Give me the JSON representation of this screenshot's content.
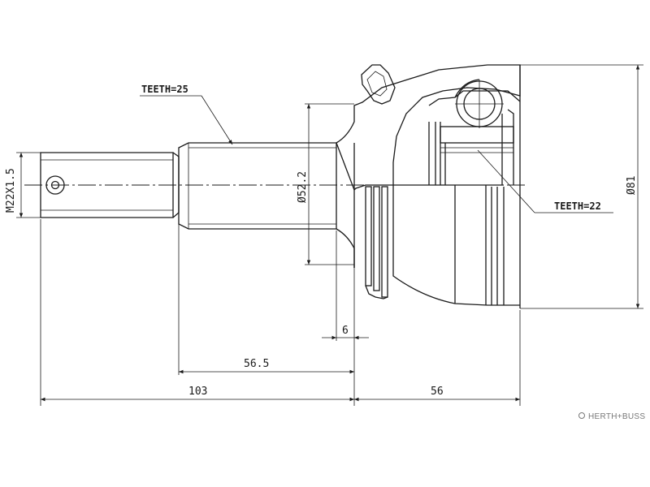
{
  "labels": {
    "teeth_outer": "TEETH=25",
    "teeth_inner": "TEETH=22",
    "thread": "M22X1.5",
    "diam_shaft": "Ø52.2",
    "diam_housing": "Ø81"
  },
  "dimensions": {
    "d_6": "6",
    "d_56_5": "56.5",
    "d_103": "103",
    "d_56": "56"
  },
  "brand": {
    "name": "HERTH+BUSS"
  },
  "colors": {
    "line": "#1a1a1a",
    "brand_gray": "#777777"
  }
}
